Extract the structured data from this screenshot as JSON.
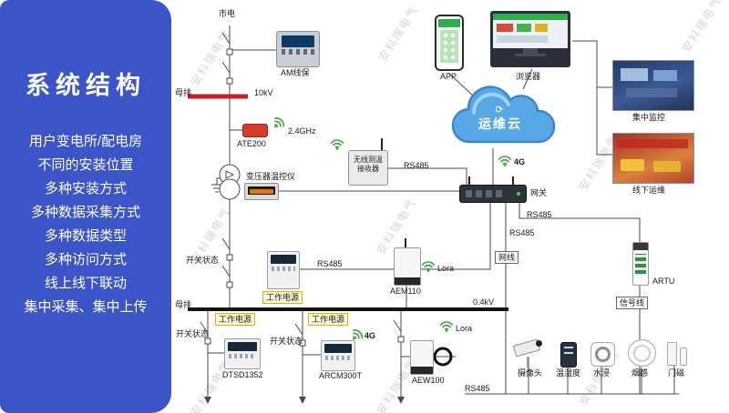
{
  "colors": {
    "sidebar_blue": "#3b54c7",
    "bus_red": "#c42222",
    "bus_black": "#151515",
    "cloud_blue": "#4a9ade",
    "wifi_green": "#3aa53a"
  },
  "icons": {
    "sync": "⟳",
    "wifi": "wifi-arcs"
  },
  "watermark": "安科瑞电气",
  "sidebar": {
    "title": "系统结构",
    "items": [
      "用户变电所/配电房",
      "不同的安装位置",
      "多种安装方式",
      "多种数据采集方式",
      "多种数据类型",
      "多种访问方式",
      "线上线下联动",
      "集中采集、集中上传"
    ]
  },
  "top": {
    "mains": "市电",
    "hv_bus": "母排",
    "hv_voltage": "10kV",
    "am_relay": "AM线保"
  },
  "mv": {
    "ate200": "ATE200",
    "freq": "2.4GHz",
    "tx_monitor": "变压器温控仪",
    "receiver_l1": "无线测温",
    "receiver_l2": "接收器",
    "switch_status": "开关状态",
    "work_power": "工作电源",
    "aem110": "AEM110",
    "lora": "Lora"
  },
  "cloud": {
    "label": "运维云",
    "app": "APP",
    "browser": "浏览器",
    "g4": "4G",
    "gateway": "网关"
  },
  "net": {
    "rs485": "RS485",
    "net_cable": "网线",
    "signal_line": "信号线"
  },
  "lv": {
    "bus": "母排",
    "voltage": "0.4kV",
    "dtsd": "DTSD1352",
    "arcm": "ARCM300T",
    "aew": "AEW100",
    "g4": "4G"
  },
  "sensors": {
    "camera": "摄像头",
    "temp_humidity": "温湿度",
    "water": "水浸",
    "smoke": "烟感",
    "door": "门磁",
    "artu": "ARTU"
  },
  "right": {
    "central": "集中监控",
    "offline": "线下运维"
  }
}
